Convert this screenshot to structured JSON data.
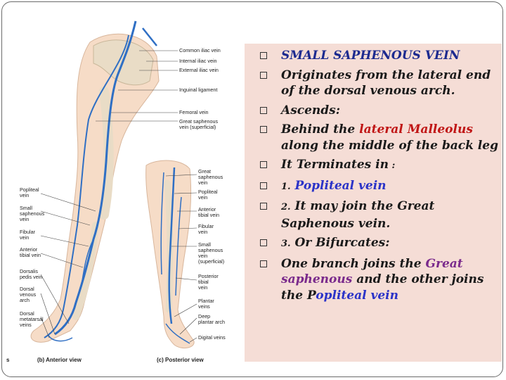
{
  "bullets": [
    {
      "segments": [
        {
          "text": "SMALL SAPHENOUS VEIN",
          "style": "navy"
        }
      ]
    },
    {
      "segments": [
        {
          "text": "Originates from the lateral end of the dorsal venous arch.",
          "style": ""
        }
      ]
    },
    {
      "segments": [
        {
          "text": "Ascends:",
          "style": ""
        }
      ]
    },
    {
      "segments": [
        {
          "text": "Behind the ",
          "style": ""
        },
        {
          "text": "lateral Malleolus",
          "style": "red"
        },
        {
          "text": " along the middle of the back leg",
          "style": ""
        }
      ]
    },
    {
      "segments": [
        {
          "text": "It Terminates in",
          "style": ""
        },
        {
          "text": " :",
          "style": "small-num"
        }
      ]
    },
    {
      "segments": [
        {
          "text": "1.",
          "style": "small-num"
        },
        {
          "text": " Popliteal vein",
          "style": "blue"
        }
      ]
    },
    {
      "segments": [
        {
          "text": "2.",
          "style": "small-num"
        },
        {
          "text": " It may join the Great Saphenous vein.",
          "style": ""
        }
      ]
    },
    {
      "segments": [
        {
          "text": "3.",
          "style": "small-num"
        },
        {
          "text": " Or Bifurcates:",
          "style": ""
        }
      ]
    },
    {
      "segments": [
        {
          "text": "One branch joins the ",
          "style": ""
        },
        {
          "text": "Great saphenous",
          "style": "purple"
        },
        {
          "text": " and the other joins the P",
          "style": ""
        },
        {
          "text": "opliteal vein",
          "style": "blue"
        }
      ]
    }
  ],
  "diagram": {
    "anterior_labels": {
      "common_iliac": "Common iliac vein",
      "internal_iliac": "Internal iliac vein",
      "external_iliac": "External iliac vein",
      "inguinal_ligament": "Inguinal ligament",
      "femoral": "Femoral vein",
      "great_saphenous_1": "Great saphenous",
      "great_saphenous_2": "vein (superficial)",
      "popliteal_1": "Popliteal",
      "popliteal_2": "vein",
      "small_saph_1": "Small",
      "small_saph_2": "saphenous",
      "small_saph_3": "vein",
      "fibular_1": "Fibular",
      "fibular_2": "vein",
      "anterior_tibial_1": "Anterior",
      "anterior_tibial_2": "tibial vein",
      "dorsalis_1": "Dorsalis",
      "dorsalis_2": "pedis vein",
      "dorsal_arch_1": "Dorsal",
      "dorsal_arch_2": "venous",
      "dorsal_arch_3": "arch",
      "dorsal_meta_1": "Dorsal",
      "dorsal_meta_2": "metatarsal",
      "dorsal_meta_3": "veins"
    },
    "posterior_labels": {
      "great_saph_1": "Great",
      "great_saph_2": "saphenous",
      "great_saph_3": "vein",
      "popliteal_1": "Popliteal",
      "popliteal_2": "vein",
      "ant_tibial_1": "Anterior",
      "ant_tibial_2": "tibial vein",
      "fibular_1": "Fibular",
      "fibular_2": "vein",
      "small_saph_1": "Small",
      "small_saph_2": "saphenous",
      "small_saph_3": "vein",
      "small_saph_4": "(superficial)",
      "post_tibial_1": "Posterior",
      "post_tibial_2": "tibial",
      "post_tibial_3": "vein",
      "plantar_1": "Plantar",
      "plantar_2": "veins",
      "deep_plantar_1": "Deep",
      "deep_plantar_2": "plantar arch",
      "digital": "Digital veins"
    },
    "view_b": "(b) Anterior view",
    "view_c": "(c) Posterior view",
    "view_a_fragment": "s"
  },
  "colors": {
    "vein": "#2f6fc4",
    "bone": "#e9dcc6",
    "skin": "#f6dcc7",
    "panel": "#f5ddd6"
  }
}
